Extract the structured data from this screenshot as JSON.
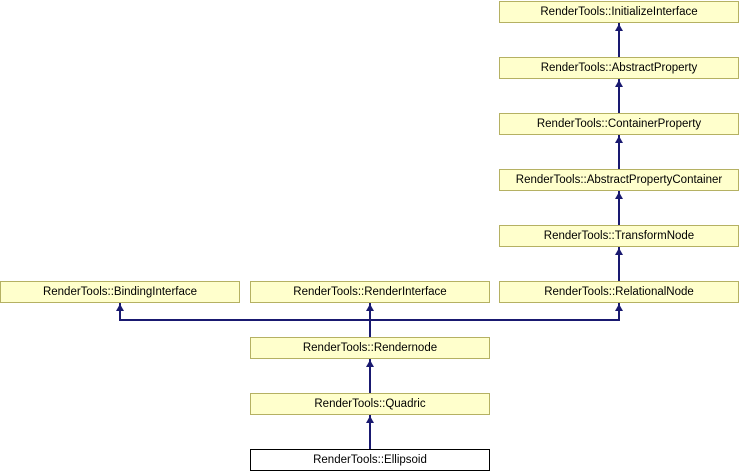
{
  "diagram": {
    "type": "inheritance-diagram",
    "colors": {
      "background": "#ffffff",
      "node_fill": "#ffffcc",
      "node_border": "#b5b163",
      "highlight_fill": "#ffffff",
      "highlight_border": "#000000",
      "edge": "#191970",
      "text": "#000000"
    },
    "nodes": [
      {
        "id": "InitializeInterface",
        "label": "RenderTools::InitializeInterface"
      },
      {
        "id": "AbstractProperty",
        "label": "RenderTools::AbstractProperty"
      },
      {
        "id": "ContainerProperty",
        "label": "RenderTools::ContainerProperty"
      },
      {
        "id": "AbstractPropertyContainer",
        "label": "RenderTools::AbstractPropertyContainer"
      },
      {
        "id": "TransformNode",
        "label": "RenderTools::TransformNode"
      },
      {
        "id": "BindingInterface",
        "label": "RenderTools::BindingInterface"
      },
      {
        "id": "RenderInterface",
        "label": "RenderTools::RenderInterface"
      },
      {
        "id": "RelationalNode",
        "label": "RenderTools::RelationalNode"
      },
      {
        "id": "Rendernode",
        "label": "RenderTools::Rendernode"
      },
      {
        "id": "Quadric",
        "label": "RenderTools::Quadric"
      },
      {
        "id": "Ellipsoid",
        "label": "RenderTools::Ellipsoid",
        "highlight": true
      }
    ],
    "edges": [
      {
        "child": "AbstractProperty",
        "parent": "InitializeInterface"
      },
      {
        "child": "ContainerProperty",
        "parent": "AbstractProperty"
      },
      {
        "child": "AbstractPropertyContainer",
        "parent": "ContainerProperty"
      },
      {
        "child": "TransformNode",
        "parent": "AbstractPropertyContainer"
      },
      {
        "child": "RelationalNode",
        "parent": "TransformNode"
      },
      {
        "child": "Rendernode",
        "parent": "BindingInterface"
      },
      {
        "child": "Rendernode",
        "parent": "RenderInterface"
      },
      {
        "child": "Rendernode",
        "parent": "RelationalNode"
      },
      {
        "child": "Quadric",
        "parent": "Rendernode"
      },
      {
        "child": "Ellipsoid",
        "parent": "Quadric"
      }
    ]
  }
}
